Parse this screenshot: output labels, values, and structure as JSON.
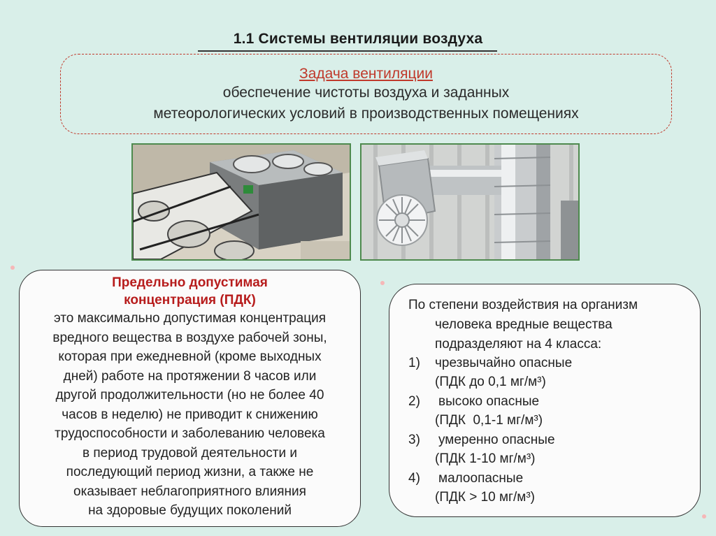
{
  "title": "1.1 Системы вентиляции воздуха",
  "task": {
    "heading": "Задача вентиляции",
    "lines": [
      "обеспечение чистоты воздуха и заданных",
      "метеорологических условий в производственных помещениях"
    ]
  },
  "photos": {
    "left": "rooftop-ventilation-units-photo",
    "right": "ventilation-duct-diffuser-photo"
  },
  "pdk": {
    "heading_lines": [
      "Предельно допустимая",
      "концентрация (ПДК)"
    ],
    "body_lines": [
      "это максимально допустимая концентрация",
      "вредного вещества в воздухе рабочей зоны,",
      "которая при ежедневной (кроме выходных",
      "дней) работе на протяжении 8 часов или",
      "другой продолжительности (но не более 40",
      "часов в неделю) не приводит к снижению",
      "трудоспособности и заболеванию человека",
      "в период трудовой деятельности и",
      "последующий период жизни, а также не",
      "оказывает неблагоприятного влияния",
      "на здоровые будущих поколений"
    ]
  },
  "classes": {
    "intro_lines": [
      "По степени воздействия на организм",
      "человека вредные вещества",
      "подразделяют на 4 класса:"
    ],
    "items": [
      {
        "num": "1)",
        "name": "чрезвычайно опасные",
        "pdk": "(ПДК до 0,1 мг/м³)"
      },
      {
        "num": "2)",
        "name": "высоко опасные",
        "pdk": "(ПДК  0,1-1 мг/м³)"
      },
      {
        "num": "3)",
        "name": "умеренно опасные",
        "pdk": "(ПДК 1-10 мг/м³)"
      },
      {
        "num": "4)",
        "name": "малоопасные",
        "pdk": "(ПДК > 10 мг/м³)"
      }
    ]
  },
  "colors": {
    "background": "#d9efe9",
    "accent_red": "#c0392b",
    "heading_red": "#b71c1c",
    "photo_border": "#4e8a4e"
  }
}
